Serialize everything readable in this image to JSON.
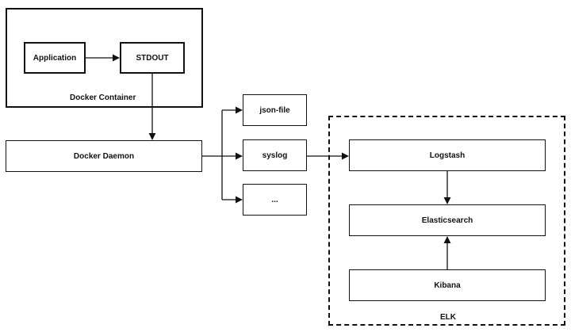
{
  "diagram": {
    "docker_container": {
      "label": "Docker Container",
      "application": "Application",
      "stdout": "STDOUT"
    },
    "docker_daemon": "Docker Daemon",
    "log_drivers": [
      "json-file",
      "syslog",
      "..."
    ],
    "elk": {
      "label": "ELK",
      "logstash": "Logstash",
      "elasticsearch": "Elasticsearch",
      "kibana": "Kibana"
    }
  }
}
